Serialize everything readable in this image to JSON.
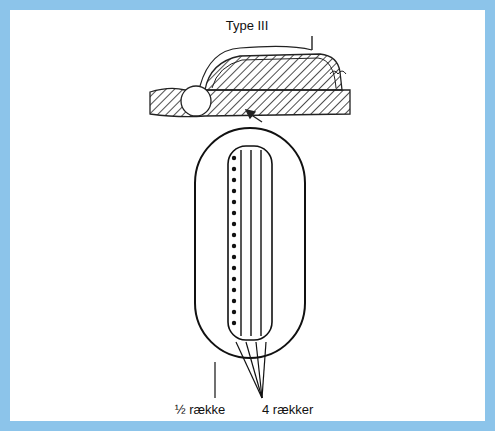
{
  "diagram": {
    "title": "Type III",
    "labels": [
      "½ række",
      "4 rækker"
    ]
  }
}
